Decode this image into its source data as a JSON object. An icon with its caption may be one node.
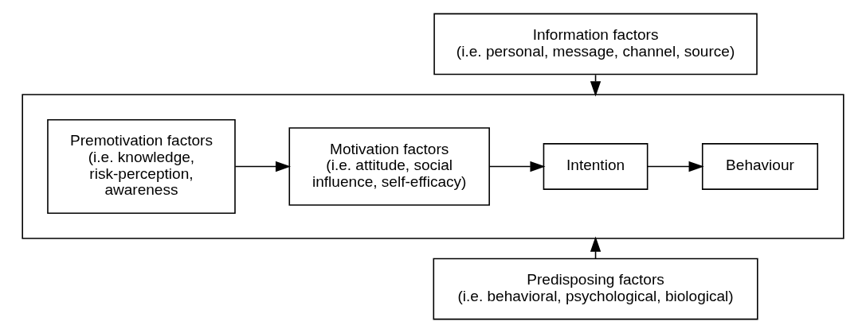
{
  "diagram": {
    "nodes": [
      {
        "text": [
          "Information factors",
          "(i.e. personal, message, channel, source)"
        ]
      },
      {
        "text": [],
        "shape": "box"
      },
      {
        "text": [
          "Premotivation factors",
          "(i.e. knowledge, risk-perception, awareness"
        ],
        "in": 1
      },
      {
        "text": [
          "Motivation factors",
          "(i.e. attitude, social influence, self-efficacy)"
        ],
        "in": 1
      },
      {
        "text": [
          "Intention"
        ],
        "in": 1
      },
      {
        "text": [
          "Behaviour"
        ],
        "in": 1
      },
      {
        "text": [
          "Predisposing factors",
          "(i.e. behavioral, psychological, biological)"
        ]
      }
    ],
    "edges": [
      {
        "from": 0,
        "to": 1,
        "arrow": "to"
      },
      {
        "from": 2,
        "to": 3,
        "arrow": "to"
      },
      {
        "from": 3,
        "to": 4,
        "arrow": "to"
      },
      {
        "from": 4,
        "to": 5,
        "arrow": "to"
      },
      {
        "from": 6,
        "to": 1,
        "arrow": "to"
      }
    ]
  }
}
